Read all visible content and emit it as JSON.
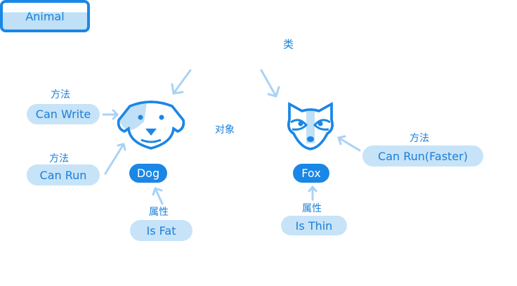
{
  "class_box": {
    "label": "Animal",
    "annotation": "类"
  },
  "object_annotation": "对象",
  "dog": {
    "name": "Dog",
    "methods": [
      {
        "heading": "方法",
        "label": "Can Write"
      },
      {
        "heading": "方法",
        "label": "Can Run"
      }
    ],
    "attribute": {
      "heading": "属性",
      "label": "Is Fat"
    }
  },
  "fox": {
    "name": "Fox",
    "methods": [
      {
        "heading": "方法",
        "label": "Can Run(Faster)"
      }
    ],
    "attribute": {
      "heading": "属性",
      "label": "Is Thin"
    }
  },
  "colors": {
    "primary": "#1a87e6",
    "light": "#c7e3f8",
    "arrow": "#a9d3f5"
  }
}
